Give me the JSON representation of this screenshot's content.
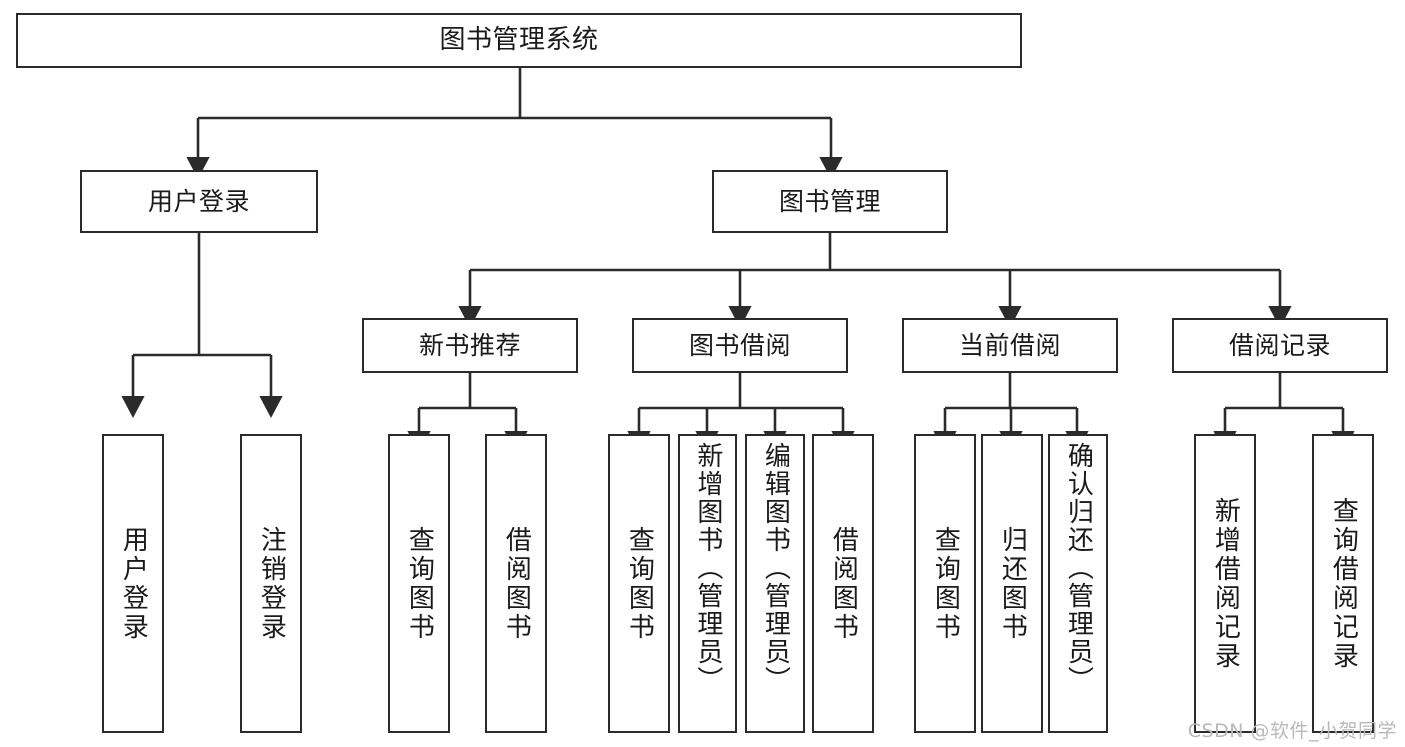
{
  "diagram": {
    "title": "图书管理系统",
    "type": "tree-hierarchy-chart",
    "stroke_color": "#2b2b2b",
    "background_color": "#ffffff"
  },
  "root": {
    "label": "图书管理系统"
  },
  "level1": [
    {
      "label": "用户登录"
    },
    {
      "label": "图书管理"
    }
  ],
  "level2": [
    {
      "label": "新书推荐"
    },
    {
      "label": "图书借阅"
    },
    {
      "label": "当前借阅"
    },
    {
      "label": "借阅记录"
    }
  ],
  "leaves": {
    "user_login": [
      {
        "label": "用户登录"
      },
      {
        "label": "注销登录"
      }
    ],
    "new_book_recommend": [
      {
        "label": "查询图书"
      },
      {
        "label": "借阅图书"
      }
    ],
    "book_borrow": [
      {
        "label": "查询图书"
      },
      {
        "label": "新增图书（管理员）"
      },
      {
        "label": "编辑图书（管理员）"
      },
      {
        "label": "借阅图书"
      }
    ],
    "current_borrow": [
      {
        "label": "查询图书"
      },
      {
        "label": "归还图书"
      },
      {
        "label": "确认归还（管理员）"
      }
    ],
    "borrow_record": [
      {
        "label": "新增借阅记录"
      },
      {
        "label": "查询借阅记录"
      }
    ]
  },
  "watermark": {
    "text": "CSDN @软件_小贺同学"
  }
}
